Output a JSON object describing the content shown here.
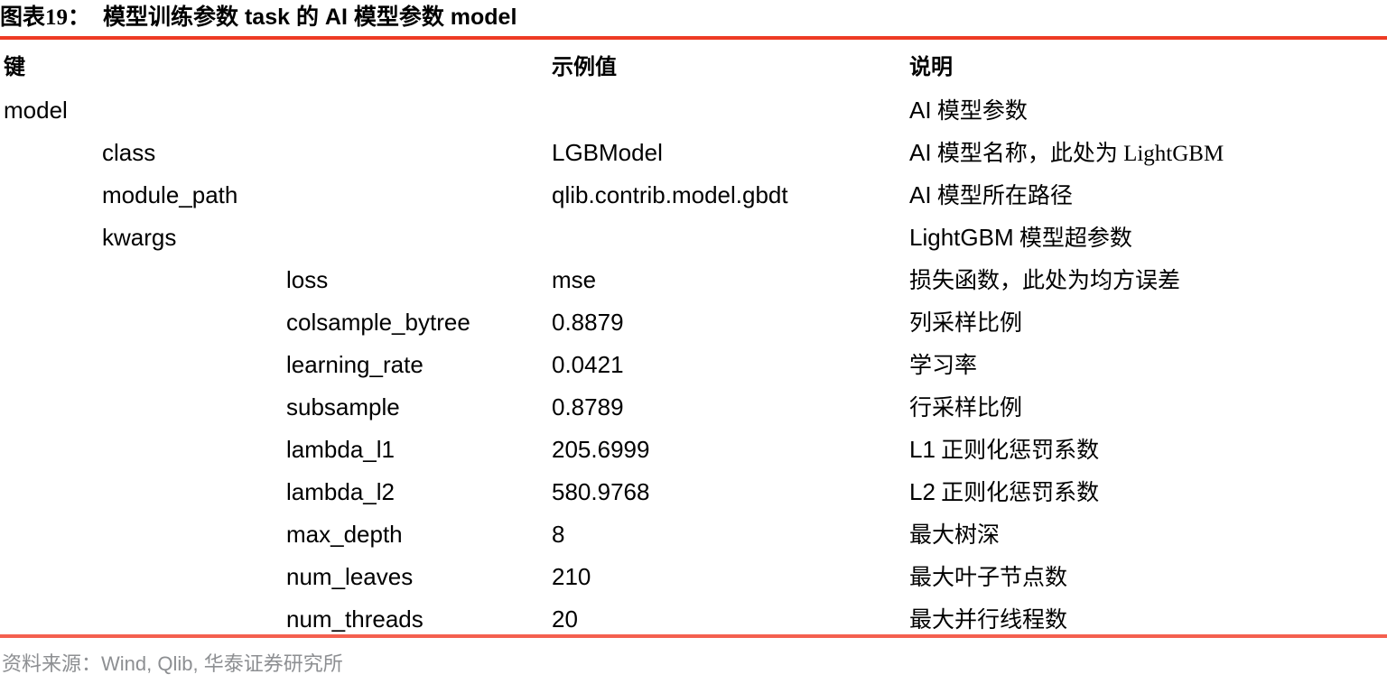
{
  "figure": {
    "label": "图表19：",
    "caption": "模型训练参数 task 的 AI 模型参数 model"
  },
  "colors": {
    "rule_top": "#ee3b24",
    "rule_bottom": "#f4604f",
    "text": "#000000",
    "source_text": "#8d8f92"
  },
  "table": {
    "headers": {
      "key": "键",
      "value": "示例值",
      "description": "说明"
    },
    "rows": [
      {
        "key": "model",
        "indent": 0,
        "value": "",
        "desc_latin": "AI",
        "desc_cjk": " 模型参数",
        "desc_full": "AI 模型参数"
      },
      {
        "key": "class",
        "indent": 1,
        "value": "LGBModel",
        "desc_latin": "AI",
        "desc_cjk": " 模型名称，此处为 LightGBM",
        "desc_full": "AI 模型名称，此处为 LightGBM"
      },
      {
        "key": "module_path",
        "indent": 1,
        "value": "qlib.contrib.model.gbdt",
        "desc_latin": "AI",
        "desc_cjk": " 模型所在路径",
        "desc_full": "AI 模型所在路径"
      },
      {
        "key": "kwargs",
        "indent": 1,
        "value": "",
        "desc_latin": "LightGBM",
        "desc_cjk": " 模型超参数",
        "desc_full": "LightGBM 模型超参数"
      },
      {
        "key": "loss",
        "indent": 2,
        "value": "mse",
        "desc_latin": "",
        "desc_cjk": "损失函数，此处为均方误差",
        "desc_full": "损失函数，此处为均方误差"
      },
      {
        "key": "colsample_bytree",
        "indent": 2,
        "value": "0.8879",
        "desc_latin": "",
        "desc_cjk": "列采样比例",
        "desc_full": "列采样比例"
      },
      {
        "key": "learning_rate",
        "indent": 2,
        "value": "0.0421",
        "desc_latin": "",
        "desc_cjk": "学习率",
        "desc_full": "学习率"
      },
      {
        "key": "subsample",
        "indent": 2,
        "value": "0.8789",
        "desc_latin": "",
        "desc_cjk": "行采样比例",
        "desc_full": "行采样比例"
      },
      {
        "key": "lambda_l1",
        "indent": 2,
        "value": "205.6999",
        "desc_latin": "L1",
        "desc_cjk": " 正则化惩罚系数",
        "desc_full": "L1 正则化惩罚系数"
      },
      {
        "key": "lambda_l2",
        "indent": 2,
        "value": "580.9768",
        "desc_latin": "L2",
        "desc_cjk": " 正则化惩罚系数",
        "desc_full": "L2 正则化惩罚系数"
      },
      {
        "key": "max_depth",
        "indent": 2,
        "value": "8",
        "desc_latin": "",
        "desc_cjk": "最大树深",
        "desc_full": "最大树深"
      },
      {
        "key": "num_leaves",
        "indent": 2,
        "value": "210",
        "desc_latin": "",
        "desc_cjk": "最大叶子节点数",
        "desc_full": "最大叶子节点数"
      },
      {
        "key": "num_threads",
        "indent": 2,
        "value": "20",
        "desc_latin": "",
        "desc_cjk": "最大并行线程数",
        "desc_full": "最大并行线程数"
      }
    ]
  },
  "source": {
    "prefix": "资料来源：",
    "latin": "Wind, Qlib, ",
    "suffix": "华泰证券研究所",
    "full": "资料来源：Wind, Qlib, 华泰证券研究所"
  }
}
